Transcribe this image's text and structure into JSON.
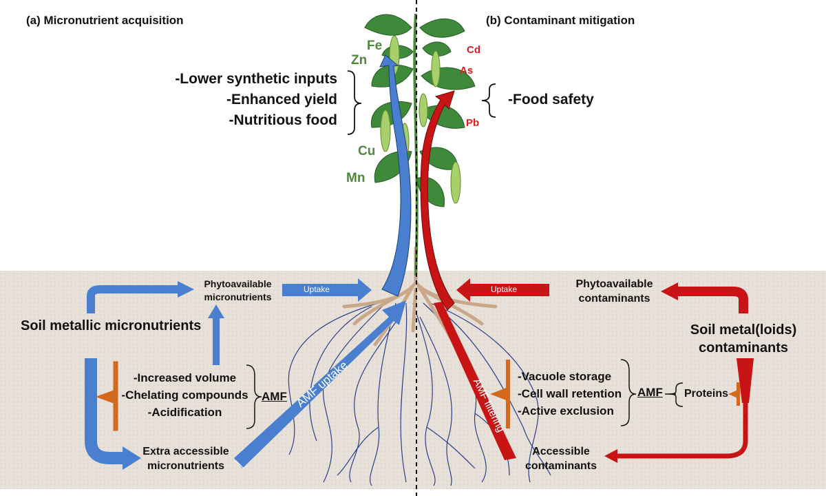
{
  "panels": {
    "left_title": "(a) Micronutrient acquisition",
    "right_title": "(b) Contaminant mitigation"
  },
  "left_benefits": [
    "-Lower synthetic inputs",
    "-Enhanced yield",
    "-Nutritious food"
  ],
  "right_benefits": [
    "-Food safety"
  ],
  "micronutrient_elements": [
    "Fe",
    "Zn",
    "Cu",
    "Mn"
  ],
  "contaminant_elements": [
    "Cd",
    "As",
    "Pb"
  ],
  "left_soil": {
    "source": "Soil metallic micronutrients",
    "phytoavailable": "Phytoavailable micronutrients",
    "uptake": "Uptake",
    "mechanisms": [
      "-Increased volume",
      "-Chelating compounds",
      "-Acidification"
    ],
    "amf": "AMF",
    "accessible": "Extra accessible micronutrients",
    "amf_path": "AMF uptake"
  },
  "right_soil": {
    "source": "Soil metal(loids) contaminants",
    "phytoavailable": "Phytoavailable contaminants",
    "uptake": "Uptake",
    "mechanisms": [
      "-Vacuole storage",
      "-Cell wall retention",
      "-Active exclusion"
    ],
    "amf": "AMF",
    "proteins": "Proteins",
    "accessible": "Accessible contaminants",
    "amf_path": "AMF filtering"
  },
  "colors": {
    "blue": "#4a7fd0",
    "red": "#c81414",
    "orange": "#d2691e",
    "leaf": "#3f8a3a",
    "soil": "#e8e2da",
    "root": "#2a3f8a"
  }
}
